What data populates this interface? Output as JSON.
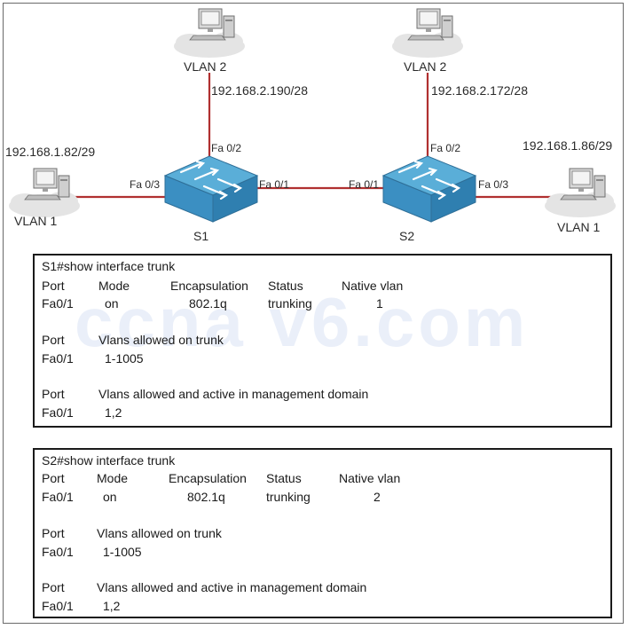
{
  "topology": {
    "switches": [
      {
        "name": "S1"
      },
      {
        "name": "S2"
      }
    ],
    "hosts": [
      {
        "vlan_label": "VLAN 2",
        "ip": "192.168.2.190/28"
      },
      {
        "vlan_label": "VLAN 2",
        "ip": "192.168.2.172/28"
      },
      {
        "vlan_label": "VLAN 1",
        "ip": "192.168.1.82/29"
      },
      {
        "vlan_label": "VLAN 1",
        "ip": "192.168.1.86/29"
      }
    ],
    "ports": {
      "s1_up": "Fa 0/2",
      "s1_left": "Fa 0/3",
      "s1_right": "Fa 0/1",
      "s2_left": "Fa 0/1",
      "s2_up": "Fa 0/2",
      "s2_right": "Fa 0/3"
    },
    "colors": {
      "link": "#b03030",
      "switch_top": "#5aaed8",
      "switch_side": "#2f7fb0",
      "cloud": "#e2e2e2"
    }
  },
  "watermark": "ccna v6.com",
  "s1_output": {
    "prompt": "S1#show interface trunk",
    "h1": {
      "port": "Port",
      "mode": "Mode",
      "encap": "Encapsulation",
      "status": "Status",
      "native": "Native vlan"
    },
    "r1": {
      "port": "Fa0/1",
      "mode": "on",
      "encap": "802.1q",
      "status": "trunking",
      "native": "1"
    },
    "h2": {
      "port": "Port",
      "text": "Vlans allowed on trunk"
    },
    "r2": {
      "port": "Fa0/1",
      "text": "1-1005"
    },
    "h3": {
      "port": "Port",
      "text": "Vlans allowed and active in management domain"
    },
    "r3": {
      "port": "Fa0/1",
      "text": "1,2"
    }
  },
  "s2_output": {
    "prompt": "S2#show interface trunk",
    "h1": {
      "port": "Port",
      "mode": "Mode",
      "encap": "Encapsulation",
      "status": "Status",
      "native": "Native vlan"
    },
    "r1": {
      "port": "Fa0/1",
      "mode": "on",
      "encap": "802.1q",
      "status": "trunking",
      "native": "2"
    },
    "h2": {
      "port": "Port",
      "text": "Vlans allowed on trunk"
    },
    "r2": {
      "port": "Fa0/1",
      "text": "1-1005"
    },
    "h3": {
      "port": "Port",
      "text": "Vlans allowed and active in management domain"
    },
    "r3": {
      "port": "Fa0/1",
      "text": "1,2"
    }
  }
}
